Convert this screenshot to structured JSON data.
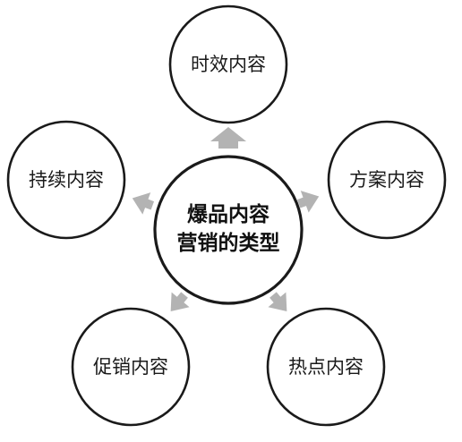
{
  "center": {
    "line1": "爆品内容",
    "line2": "营销的类型"
  },
  "nodes": {
    "top": "时效内容",
    "right": "方案内容",
    "bottom_right": "热点内容",
    "bottom_left": "促销内容",
    "left": "持续内容"
  },
  "colors": {
    "outline": "#1a1a1a",
    "arrow": "#b3b3b3",
    "background": "#ffffff"
  }
}
